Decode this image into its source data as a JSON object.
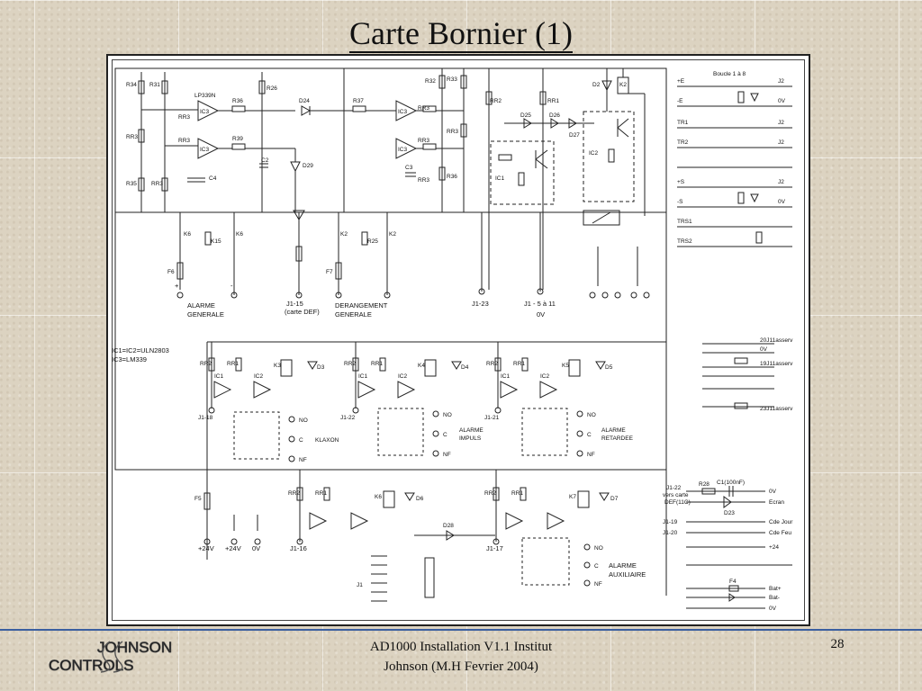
{
  "slide": {
    "title": "Carte Bornier (1)",
    "footer_line1": "AD1000 Installation V1.1 Institut",
    "footer_line2": "Johnson   (M.H Fevrier 2004)",
    "page_number": "28"
  },
  "logo": {
    "line1": "JOHNSON",
    "line2": "CONTROLS"
  },
  "diagram": {
    "top_left": {
      "resistors": [
        "R34",
        "R31",
        "R35",
        "RR3",
        "R26",
        "R36",
        "R39",
        "RR3",
        "RR3",
        "RR3"
      ],
      "ic_label": "LP339N",
      "ic_a": "IC3",
      "ic_b": "IC3",
      "cap_c4": "C4",
      "cap_c2": "C2",
      "diode_d24": "D24",
      "diode_d29": "D29",
      "relay_k6": "K6",
      "relay_k6b": "K6",
      "fuse_f6": "F6",
      "r_k15": "K15",
      "output_plus": "+",
      "output_minus": "-",
      "alarm_label_1": "ALARME",
      "alarm_label_2": "GENERALE"
    },
    "top_middle": {
      "resistor_r37": "R37",
      "resistor_r32": "R32",
      "resistor_r33": "R33",
      "resistor_r36": "R36",
      "rr3_a": "RR3",
      "rr3_b": "RR3",
      "rr3_c": "RR3",
      "rr3_d": "RR3",
      "ic3_a": "IC3",
      "ic3_b": "IC3",
      "cap_c3": "C3",
      "led_label": "D2",
      "relay_k2": "K2",
      "relay_k2b": "K2",
      "resistor_r25": "R25",
      "fuse_f7": "F7",
      "j_label": "J1-15",
      "j_sublabel": "(carte DEF)",
      "derang_1": "DERANGEMENT",
      "derang_2": "GENERALE"
    },
    "top_right_circuit": {
      "rr2": "RR2",
      "rr1": "RR1",
      "d25": "D25",
      "d26": "D26",
      "d27": "D27",
      "d2": "D2",
      "k2": "K2",
      "ic1": "IC1",
      "ic2": "IC2",
      "j1_23": "J1-23",
      "j1_5a11": "J1 - 5 à 11",
      "zero_v": "0V"
    },
    "right_terminal": {
      "header": "Boucle 1 à 8",
      "rows": [
        {
          "left": "+E",
          "right": "J2"
        },
        {
          "left": "-E",
          "right": "0V"
        },
        {
          "left": "TR1",
          "right": "J2"
        },
        {
          "left": "TR2",
          "right": "J2"
        },
        {
          "left": "",
          "right": ""
        },
        {
          "left": "+S",
          "right": "J2"
        },
        {
          "left": "-S",
          "right": "0V"
        },
        {
          "left": "TRS1",
          "right": ""
        },
        {
          "left": "TRS2",
          "right": ""
        }
      ]
    },
    "ic_note_1": "IC1=IC2=ULN2803",
    "ic_note_2": "IC3=LM339",
    "asserv": {
      "rows": [
        "20J11asserv",
        "0V",
        "19J11asserv",
        "",
        "23J11asserv"
      ]
    },
    "middle_row": [
      {
        "rr2": "RR2",
        "rr1": "RR1",
        "k": "K3",
        "d": "D3",
        "ic1": "IC1",
        "ic2": "IC2",
        "j": "J1-18",
        "out_label": "KLAXON"
      },
      {
        "rr2": "RR2",
        "rr1": "RR1",
        "k": "K4",
        "d": "D4",
        "ic1": "IC1",
        "ic2": "IC2",
        "j": "J1-22",
        "out_label_1": "ALARME",
        "out_label_2": "IMPULS"
      },
      {
        "rr2": "RR2",
        "rr1": "RR1",
        "k": "K5",
        "d": "D5",
        "ic1": "IC1",
        "ic2": "IC2",
        "j": "J1-21",
        "out_label_1": "ALARME",
        "out_label_2": "RETARDEE"
      }
    ],
    "contacts": {
      "no": "NO",
      "c": "C",
      "nf": "NF"
    },
    "bottom_left": {
      "fuse_f5": "F5",
      "v24a": "+24V",
      "v24b": "+24V",
      "v0": "0V",
      "rr2": "RR2",
      "rr1": "RR1",
      "k6": "K6",
      "d6": "D6",
      "j1_16": "J1-16",
      "d28": "D28"
    },
    "bottom_middle": {
      "rr2": "RR2",
      "rr1": "RR1",
      "k7": "K7",
      "d7": "D7",
      "j1_17": "J1-17",
      "alarm_1": "ALARME",
      "alarm_2": "AUXILIAIRE",
      "j1": "J1"
    },
    "bottom_right": {
      "j1_22": "J1-22",
      "vers_carte": "vers carte",
      "def11c": "DEF(11C)",
      "r28": "R28",
      "c1": "C1(100nF)",
      "d23": "D23",
      "out_0v": "0V",
      "ecran": "Ecran",
      "j1_19": "J1-19",
      "cde_jour": "Cde Jour",
      "j1_20": "J1-20",
      "cde_feu": "Cde Feu",
      "plus24": "+24",
      "f4": "F4",
      "bat_plus": "Bat+",
      "bat_minus": "Bat-",
      "out_0v_b": "0V"
    }
  }
}
